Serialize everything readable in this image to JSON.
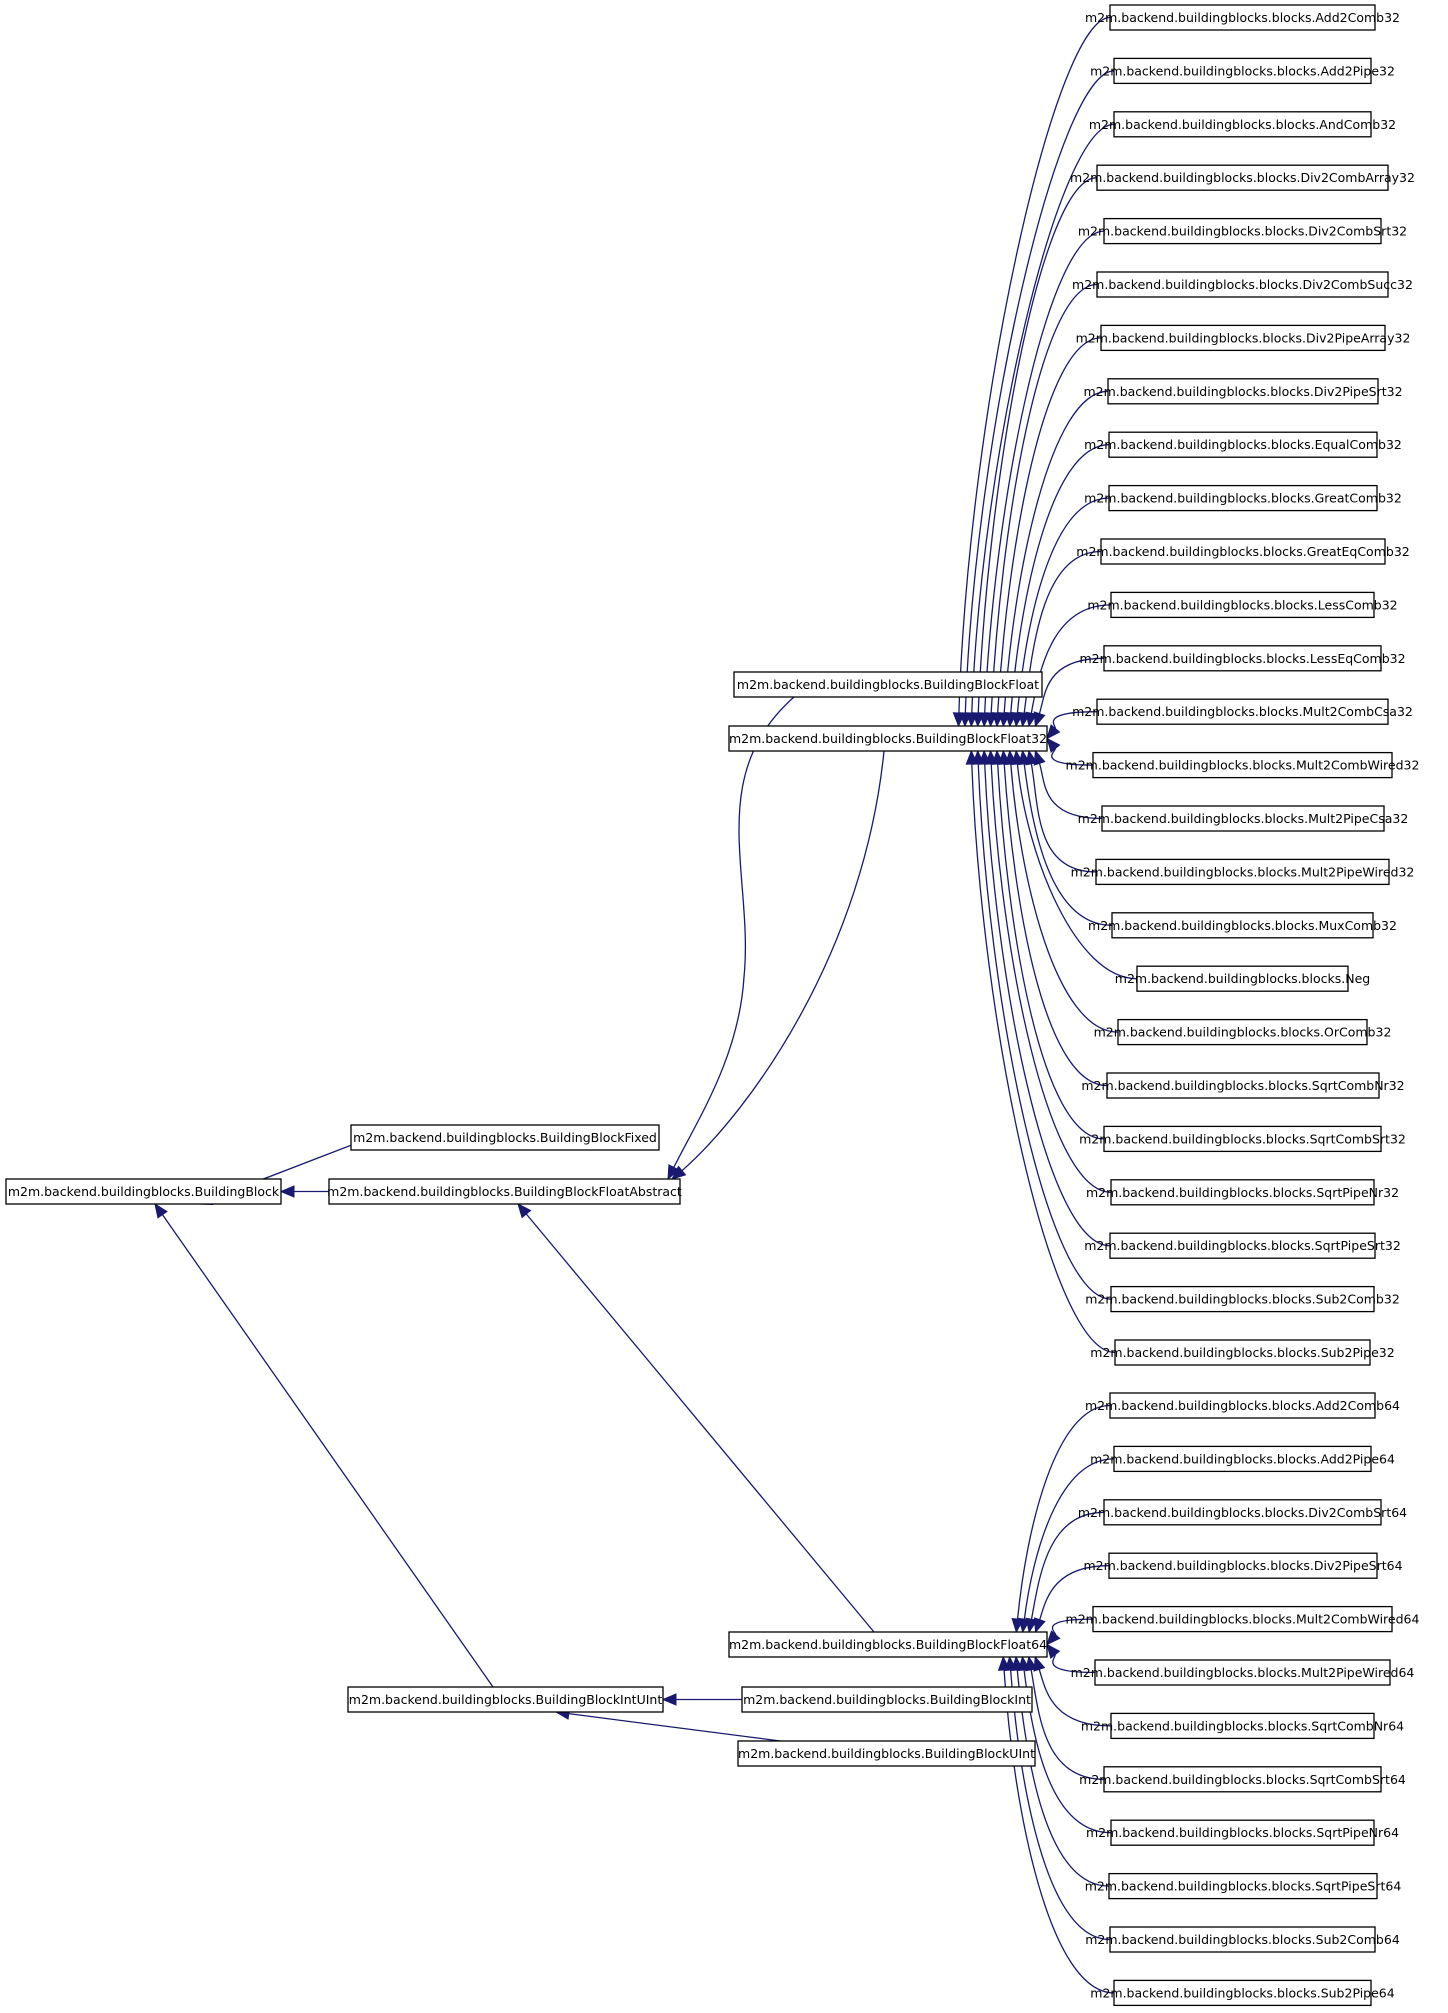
{
  "diagram": {
    "colors": {
      "edge": "#191970",
      "node_border": "#000000",
      "node_fill": "#ffffff",
      "text": "#000000"
    },
    "nodes": [
      {
        "id": "bb",
        "label": "m2m.backend.buildingblocks.BuildingBlock"
      },
      {
        "id": "bbfixed",
        "label": "m2m.backend.buildingblocks.BuildingBlockFixed"
      },
      {
        "id": "bbfa",
        "label": "m2m.backend.buildingblocks.BuildingBlockFloatAbstract"
      },
      {
        "id": "bbiu",
        "label": "m2m.backend.buildingblocks.BuildingBlockIntUInt"
      },
      {
        "id": "bbfloat",
        "label": "m2m.backend.buildingblocks.BuildingBlockFloat"
      },
      {
        "id": "bbf32",
        "label": "m2m.backend.buildingblocks.BuildingBlockFloat32"
      },
      {
        "id": "bbf64",
        "label": "m2m.backend.buildingblocks.BuildingBlockFloat64"
      },
      {
        "id": "bbint",
        "label": "m2m.backend.buildingblocks.BuildingBlockInt"
      },
      {
        "id": "bbuint",
        "label": "m2m.backend.buildingblocks.BuildingBlockUInt"
      },
      {
        "id": "a32_0",
        "label": "m2m.backend.buildingblocks.blocks.Add2Comb32"
      },
      {
        "id": "a32_1",
        "label": "m2m.backend.buildingblocks.blocks.Add2Pipe32"
      },
      {
        "id": "a32_2",
        "label": "m2m.backend.buildingblocks.blocks.AndComb32"
      },
      {
        "id": "a32_3",
        "label": "m2m.backend.buildingblocks.blocks.Div2CombArray32"
      },
      {
        "id": "a32_4",
        "label": "m2m.backend.buildingblocks.blocks.Div2CombSrt32"
      },
      {
        "id": "a32_5",
        "label": "m2m.backend.buildingblocks.blocks.Div2CombSucc32"
      },
      {
        "id": "a32_6",
        "label": "m2m.backend.buildingblocks.blocks.Div2PipeArray32"
      },
      {
        "id": "a32_7",
        "label": "m2m.backend.buildingblocks.blocks.Div2PipeSrt32"
      },
      {
        "id": "a32_8",
        "label": "m2m.backend.buildingblocks.blocks.EqualComb32"
      },
      {
        "id": "a32_9",
        "label": "m2m.backend.buildingblocks.blocks.GreatComb32"
      },
      {
        "id": "a32_10",
        "label": "m2m.backend.buildingblocks.blocks.GreatEqComb32"
      },
      {
        "id": "a32_11",
        "label": "m2m.backend.buildingblocks.blocks.LessComb32"
      },
      {
        "id": "a32_12",
        "label": "m2m.backend.buildingblocks.blocks.LessEqComb32"
      },
      {
        "id": "a32_13",
        "label": "m2m.backend.buildingblocks.blocks.Mult2CombCsa32"
      },
      {
        "id": "a32_14",
        "label": "m2m.backend.buildingblocks.blocks.Mult2CombWired32"
      },
      {
        "id": "a32_15",
        "label": "m2m.backend.buildingblocks.blocks.Mult2PipeCsa32"
      },
      {
        "id": "a32_16",
        "label": "m2m.backend.buildingblocks.blocks.Mult2PipeWired32"
      },
      {
        "id": "a32_17",
        "label": "m2m.backend.buildingblocks.blocks.MuxComb32"
      },
      {
        "id": "a32_18",
        "label": "m2m.backend.buildingblocks.blocks.Neg"
      },
      {
        "id": "a32_19",
        "label": "m2m.backend.buildingblocks.blocks.OrComb32"
      },
      {
        "id": "a32_20",
        "label": "m2m.backend.buildingblocks.blocks.SqrtCombNr32"
      },
      {
        "id": "a32_21",
        "label": "m2m.backend.buildingblocks.blocks.SqrtCombSrt32"
      },
      {
        "id": "a32_22",
        "label": "m2m.backend.buildingblocks.blocks.SqrtPipeNr32"
      },
      {
        "id": "a32_23",
        "label": "m2m.backend.buildingblocks.blocks.SqrtPipeSrt32"
      },
      {
        "id": "a32_24",
        "label": "m2m.backend.buildingblocks.blocks.Sub2Comb32"
      },
      {
        "id": "a32_25",
        "label": "m2m.backend.buildingblocks.blocks.Sub2Pipe32"
      },
      {
        "id": "a64_0",
        "label": "m2m.backend.buildingblocks.blocks.Add2Comb64"
      },
      {
        "id": "a64_1",
        "label": "m2m.backend.buildingblocks.blocks.Add2Pipe64"
      },
      {
        "id": "a64_2",
        "label": "m2m.backend.buildingblocks.blocks.Div2CombSrt64"
      },
      {
        "id": "a64_3",
        "label": "m2m.backend.buildingblocks.blocks.Div2PipeSrt64"
      },
      {
        "id": "a64_4",
        "label": "m2m.backend.buildingblocks.blocks.Mult2CombWired64"
      },
      {
        "id": "a64_5",
        "label": "m2m.backend.buildingblocks.blocks.Mult2PipeWired64"
      },
      {
        "id": "a64_6",
        "label": "m2m.backend.buildingblocks.blocks.SqrtCombNr64"
      },
      {
        "id": "a64_7",
        "label": "m2m.backend.buildingblocks.blocks.SqrtCombSrt64"
      },
      {
        "id": "a64_8",
        "label": "m2m.backend.buildingblocks.blocks.SqrtPipeNr64"
      },
      {
        "id": "a64_9",
        "label": "m2m.backend.buildingblocks.blocks.SqrtPipeSrt64"
      },
      {
        "id": "a64_10",
        "label": "m2m.backend.buildingblocks.blocks.Sub2Comb64"
      },
      {
        "id": "a64_11",
        "label": "m2m.backend.buildingblocks.blocks.Sub2Pipe64"
      }
    ],
    "edges": [
      {
        "from": "bbfixed",
        "to": "bb"
      },
      {
        "from": "bbfa",
        "to": "bb"
      },
      {
        "from": "bbiu",
        "to": "bb"
      },
      {
        "from": "bbfloat",
        "to": "bbfa"
      },
      {
        "from": "bbf32",
        "to": "bbfa"
      },
      {
        "from": "bbf64",
        "to": "bbfa"
      },
      {
        "from": "bbint",
        "to": "bbiu"
      },
      {
        "from": "bbuint",
        "to": "bbiu"
      },
      {
        "from": "a32_0",
        "to": "bbf32"
      },
      {
        "from": "a32_1",
        "to": "bbf32"
      },
      {
        "from": "a32_2",
        "to": "bbf32"
      },
      {
        "from": "a32_3",
        "to": "bbf32"
      },
      {
        "from": "a32_4",
        "to": "bbf32"
      },
      {
        "from": "a32_5",
        "to": "bbf32"
      },
      {
        "from": "a32_6",
        "to": "bbf32"
      },
      {
        "from": "a32_7",
        "to": "bbf32"
      },
      {
        "from": "a32_8",
        "to": "bbf32"
      },
      {
        "from": "a32_9",
        "to": "bbf32"
      },
      {
        "from": "a32_10",
        "to": "bbf32"
      },
      {
        "from": "a32_11",
        "to": "bbf32"
      },
      {
        "from": "a32_12",
        "to": "bbf32"
      },
      {
        "from": "a32_13",
        "to": "bbf32"
      },
      {
        "from": "a32_14",
        "to": "bbf32"
      },
      {
        "from": "a32_15",
        "to": "bbf32"
      },
      {
        "from": "a32_16",
        "to": "bbf32"
      },
      {
        "from": "a32_17",
        "to": "bbf32"
      },
      {
        "from": "a32_18",
        "to": "bbf32"
      },
      {
        "from": "a32_19",
        "to": "bbf32"
      },
      {
        "from": "a32_20",
        "to": "bbf32"
      },
      {
        "from": "a32_21",
        "to": "bbf32"
      },
      {
        "from": "a32_22",
        "to": "bbf32"
      },
      {
        "from": "a32_23",
        "to": "bbf32"
      },
      {
        "from": "a32_24",
        "to": "bbf32"
      },
      {
        "from": "a32_25",
        "to": "bbf32"
      },
      {
        "from": "a64_0",
        "to": "bbf64"
      },
      {
        "from": "a64_1",
        "to": "bbf64"
      },
      {
        "from": "a64_2",
        "to": "bbf64"
      },
      {
        "from": "a64_3",
        "to": "bbf64"
      },
      {
        "from": "a64_4",
        "to": "bbf64"
      },
      {
        "from": "a64_5",
        "to": "bbf64"
      },
      {
        "from": "a64_6",
        "to": "bbf64"
      },
      {
        "from": "a64_7",
        "to": "bbf64"
      },
      {
        "from": "a64_8",
        "to": "bbf64"
      },
      {
        "from": "a64_9",
        "to": "bbf64"
      },
      {
        "from": "a64_10",
        "to": "bbf64"
      },
      {
        "from": "a64_11",
        "to": "bbf64"
      }
    ]
  }
}
